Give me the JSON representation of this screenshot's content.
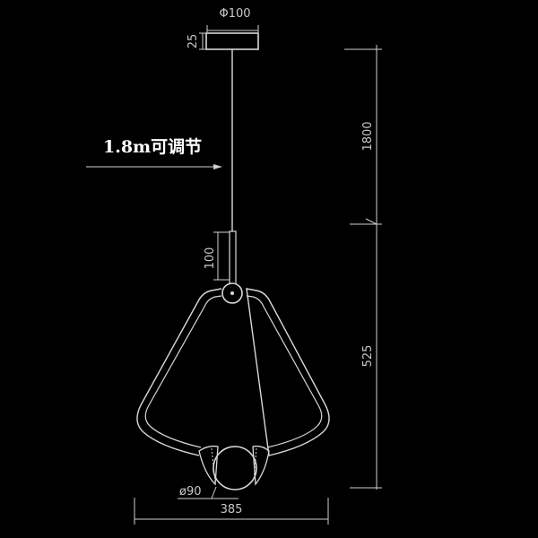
{
  "dimensions": {
    "canopy_diameter": "Φ100",
    "canopy_height": "25",
    "cable_length": "1800",
    "rod_length": "100",
    "body_height": "525",
    "body_width": "385",
    "ball_diameter": "ø90"
  },
  "notes": {
    "cable_adjustable": "1.8m可调节"
  }
}
